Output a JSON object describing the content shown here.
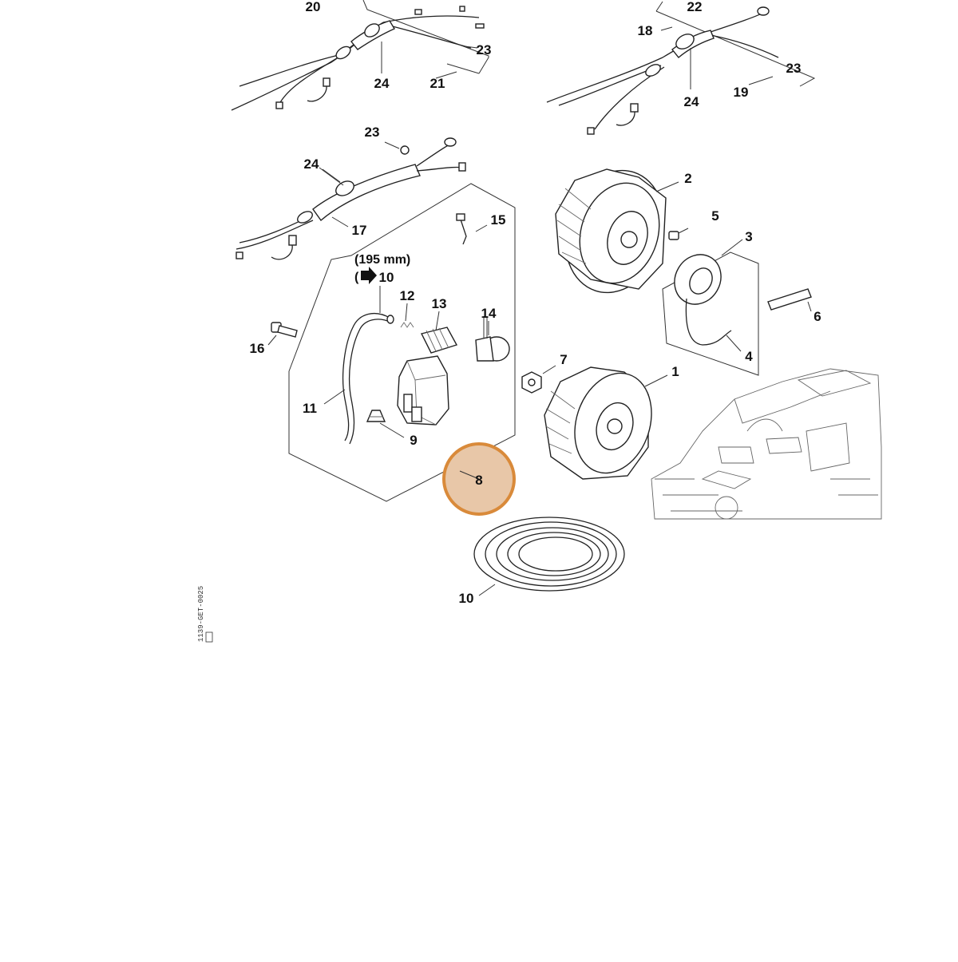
{
  "diagram": {
    "callouts": {
      "p1": "1",
      "p2": "2",
      "p3": "3",
      "p4": "4",
      "p5": "5",
      "p6": "6",
      "p7": "7",
      "p8": "8",
      "p9": "9",
      "p10_coil": "10",
      "p10_note": "10",
      "p11": "11",
      "p12": "12",
      "p13": "13",
      "p14": "14",
      "p15": "15",
      "p16": "16",
      "p17": "17",
      "p18": "18",
      "p19": "19",
      "p20": "20",
      "p21": "21",
      "p22": "22",
      "p23a": "23",
      "p23b": "23",
      "p23c": "23",
      "p24a": "24",
      "p24b": "24",
      "p24c": "24"
    },
    "length_note": "(195 mm)",
    "doc_code": "1139-GET-0025",
    "highlight_color": "#d98a3a",
    "highlight_fill": "#e8c7a8"
  }
}
